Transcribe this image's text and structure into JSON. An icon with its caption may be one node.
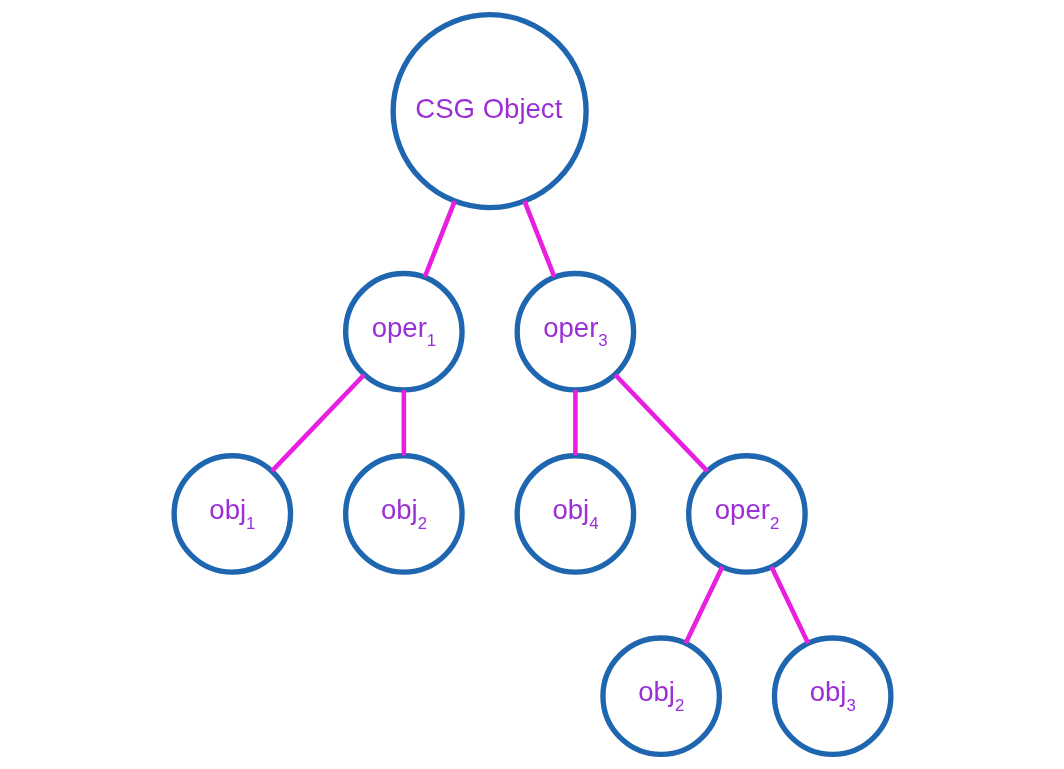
{
  "diagram": {
    "nodes": [
      {
        "text": [
          "CSG Object"
        ]
      },
      {
        "text": [
          "oper$_{1}$"
        ]
      },
      {
        "text": [
          "oper$_{3}$"
        ]
      },
      {
        "text": [
          "obj$_{1}$"
        ]
      },
      {
        "text": [
          "obj$_{2}$"
        ]
      },
      {
        "text": [
          "obj$_{4}$"
        ]
      },
      {
        "text": [
          "oper$_{2}$"
        ]
      },
      {
        "text": [
          "obj$_{2}$"
        ]
      },
      {
        "text": [
          "obj$_{3}$"
        ]
      }
    ],
    "edges": [
      {
        "from": 0,
        "to": 1,
        "arrow": "none"
      },
      {
        "from": 0,
        "to": 2,
        "arrow": "none"
      },
      {
        "from": 1,
        "to": 3,
        "arrow": "none"
      },
      {
        "from": 1,
        "to": 4,
        "arrow": "none"
      },
      {
        "from": 2,
        "to": 5,
        "arrow": "none"
      },
      {
        "from": 2,
        "to": 6,
        "arrow": "none"
      },
      {
        "from": 6,
        "to": 7,
        "arrow": "none"
      },
      {
        "from": 6,
        "to": 8,
        "arrow": "none"
      }
    ]
  }
}
